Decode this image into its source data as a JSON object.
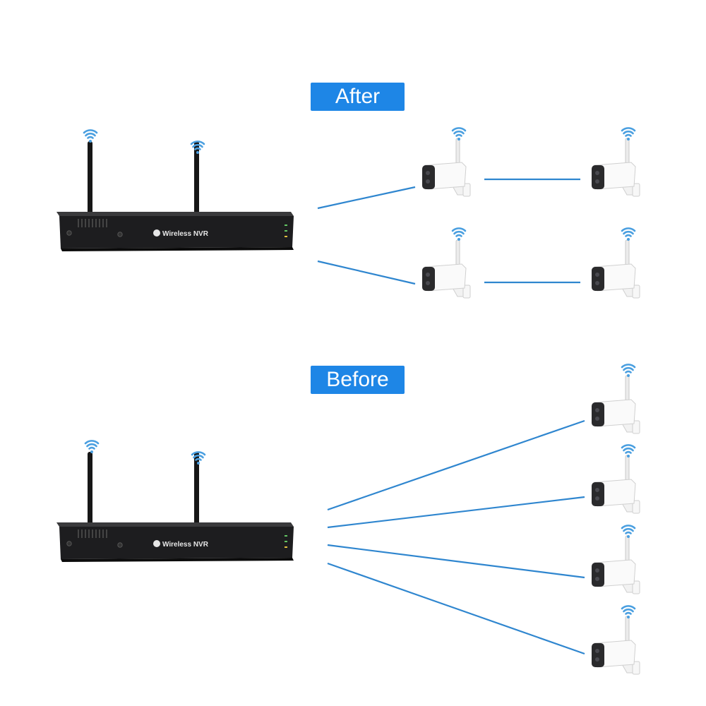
{
  "labels": {
    "after": "After",
    "before": "Before"
  },
  "nvr": {
    "brand_text": "Wireless NVR"
  },
  "colors": {
    "badge": "#1e86e6",
    "link_line": "#2f86cf",
    "wifi": "#4a9fe0",
    "nvr_body": "#1d1d1f"
  },
  "icons": [
    "wifi-signal-icon",
    "nvr-recorder",
    "bullet-camera",
    "link-line"
  ]
}
